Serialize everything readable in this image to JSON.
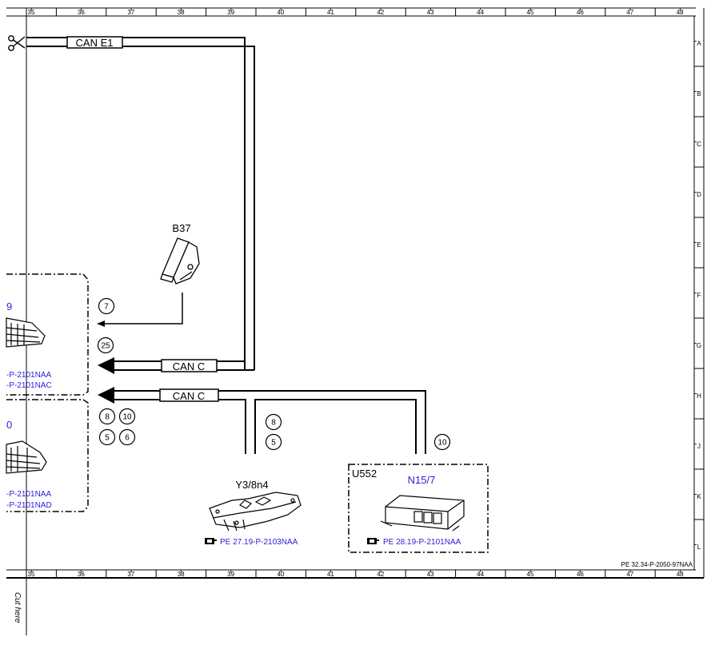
{
  "grid": {
    "columns": [
      "35",
      "36",
      "37",
      "38",
      "39",
      "40",
      "41",
      "42",
      "43",
      "44",
      "45",
      "46",
      "47",
      "48"
    ],
    "rows": [
      "A",
      "B",
      "C",
      "D",
      "E",
      "F",
      "G",
      "H",
      "J",
      "K",
      "L"
    ]
  },
  "buses": {
    "can_e1": "CAN E1",
    "can_c_upper": "CAN C",
    "can_c_lower": "CAN C"
  },
  "components": {
    "b37": {
      "label": "B37"
    },
    "y3_8n4": {
      "label": "Y3/8n4",
      "ref": "PE 27.19-P-2103NAA"
    },
    "u552": {
      "label": "U552"
    },
    "n15_7": {
      "label": "N15/7",
      "ref": "PE 28.19-P-2101NAA"
    },
    "left_upper": {
      "label": "9",
      "ref1": "-P-2101NAA",
      "ref2": "-P-2101NAC"
    },
    "left_lower": {
      "label": "0",
      "ref1": "-P-2101NAA",
      "ref2": "-P-2101NAD"
    }
  },
  "callouts": {
    "c7": "7",
    "c25": "25",
    "c8a": "8",
    "c10a": "10",
    "c5a": "5",
    "c6": "6",
    "c8b": "8",
    "c5b": "5",
    "c10b": "10"
  },
  "footer": {
    "doc_ref": "PE 32.34-P-2050-97NAA",
    "cut_here": "Cut here"
  },
  "colors": {
    "line": "#000000",
    "link": "#2a1fd6"
  }
}
